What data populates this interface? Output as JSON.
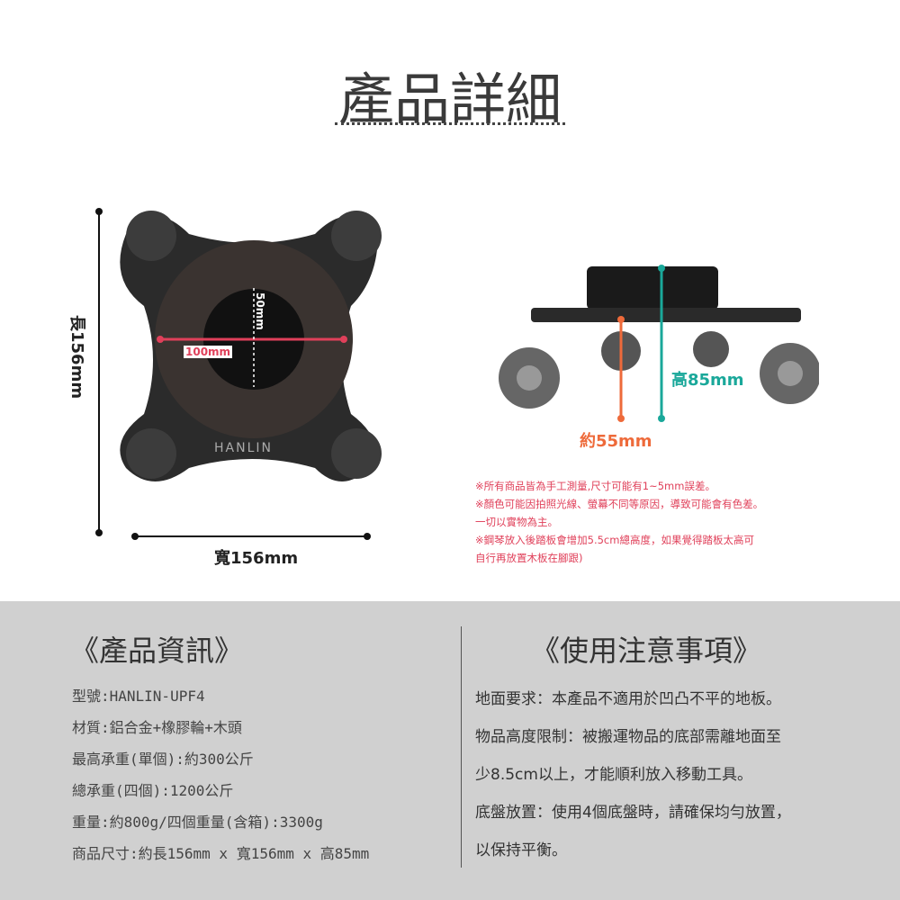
{
  "header": {
    "title": "產品詳細"
  },
  "dimensions": {
    "length": "長156mm",
    "width": "寬156mm",
    "hole_width": "100mm",
    "hole_height": "50mm",
    "height": "高85mm",
    "wheel_span": "約55mm",
    "brand": "HANLIN"
  },
  "notes": [
    "※所有商品皆為手工測量,尺寸可能有1~5mm誤差。",
    "※顏色可能因拍照光線、螢幕不同等原因，導致可能會有色差。",
    " 一切以實物為主。",
    "※鋼琴放入後踏板會增加5.5cm總高度，如果覺得踏板太高可",
    "自行再放置木板在腳跟)"
  ],
  "product_info": {
    "heading": "《產品資訊》",
    "items": [
      "型號:HANLIN-UPF4",
      "材質:鋁合金+橡膠輪+木頭",
      "最高承重(單個):約300公斤",
      "總承重(四個):1200公斤",
      "重量:約800g/四個重量(含箱):3300g",
      "商品尺寸:約長156mm x 寬156mm x 高85mm"
    ]
  },
  "usage": {
    "heading": "《使用注意事項》",
    "items": [
      "地面要求：本產品不適用於凹凸不平的地板。",
      "物品高度限制：被搬運物品的底部需離地面至",
      "少8.5cm以上，才能順利放入移動工具。",
      "底盤放置：使用4個底盤時，請確保均勻放置，",
      "以保持平衡。"
    ]
  },
  "colors": {
    "red": "#e0405a",
    "teal": "#1aa89a",
    "orange": "#ee6a3a",
    "gray_bg": "#d0d0d0"
  }
}
